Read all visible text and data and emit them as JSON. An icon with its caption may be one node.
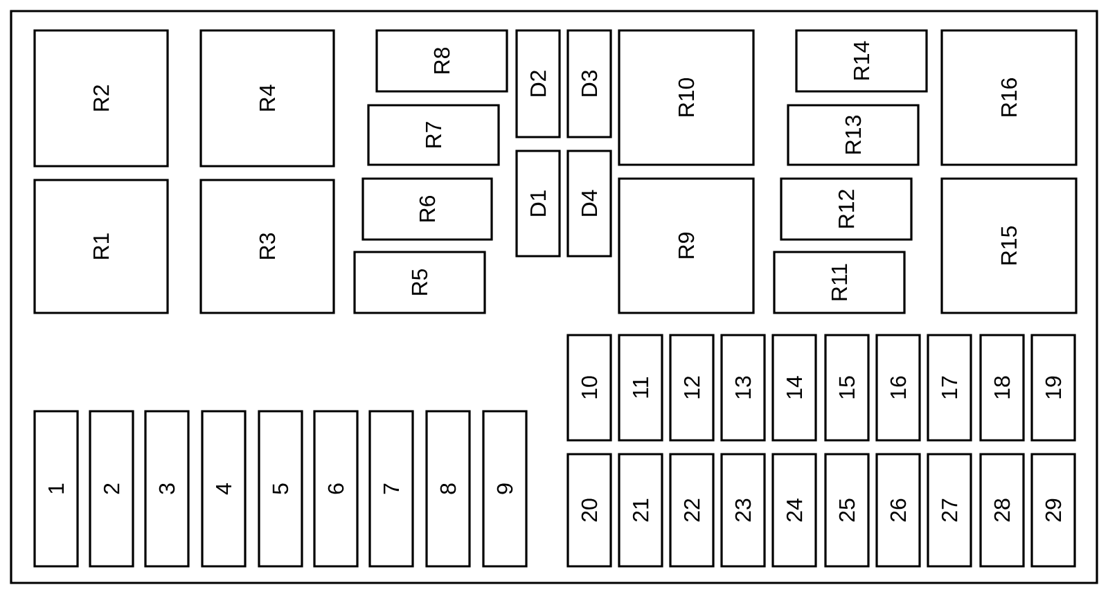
{
  "diagram": {
    "nodes": [
      {
        "text": [
          "R1"
        ]
      },
      {
        "text": [
          "R2"
        ]
      },
      {
        "text": [
          "R3"
        ]
      },
      {
        "text": [
          "R4"
        ]
      },
      {
        "text": [
          "R5"
        ]
      },
      {
        "text": [
          "R6"
        ]
      },
      {
        "text": [
          "R7"
        ]
      },
      {
        "text": [
          "R8"
        ]
      },
      {
        "text": [
          "R9"
        ]
      },
      {
        "text": [
          "R10"
        ]
      },
      {
        "text": [
          "R11"
        ]
      },
      {
        "text": [
          "R12"
        ]
      },
      {
        "text": [
          "R13"
        ]
      },
      {
        "text": [
          "R14"
        ]
      },
      {
        "text": [
          "R15"
        ]
      },
      {
        "text": [
          "R16"
        ]
      },
      {
        "text": [
          "D1"
        ]
      },
      {
        "text": [
          "D2"
        ]
      },
      {
        "text": [
          "D3"
        ]
      },
      {
        "text": [
          "D4"
        ]
      },
      {
        "text": [
          "1"
        ]
      },
      {
        "text": [
          "2"
        ]
      },
      {
        "text": [
          "3"
        ]
      },
      {
        "text": [
          "4"
        ]
      },
      {
        "text": [
          "5"
        ]
      },
      {
        "text": [
          "6"
        ]
      },
      {
        "text": [
          "7"
        ]
      },
      {
        "text": [
          "8"
        ]
      },
      {
        "text": [
          "9"
        ]
      },
      {
        "text": [
          "10"
        ]
      },
      {
        "text": [
          "11"
        ]
      },
      {
        "text": [
          "12"
        ]
      },
      {
        "text": [
          "13"
        ]
      },
      {
        "text": [
          "14"
        ]
      },
      {
        "text": [
          "15"
        ]
      },
      {
        "text": [
          "16"
        ]
      },
      {
        "text": [
          "17"
        ]
      },
      {
        "text": [
          "18"
        ]
      },
      {
        "text": [
          "19"
        ]
      },
      {
        "text": [
          "20"
        ]
      },
      {
        "text": [
          "21"
        ]
      },
      {
        "text": [
          "22"
        ]
      },
      {
        "text": [
          "23"
        ]
      },
      {
        "text": [
          "24"
        ]
      },
      {
        "text": [
          "25"
        ]
      },
      {
        "text": [
          "26"
        ]
      },
      {
        "text": [
          "27"
        ]
      },
      {
        "text": [
          "28"
        ]
      },
      {
        "text": [
          "29"
        ]
      }
    ]
  }
}
